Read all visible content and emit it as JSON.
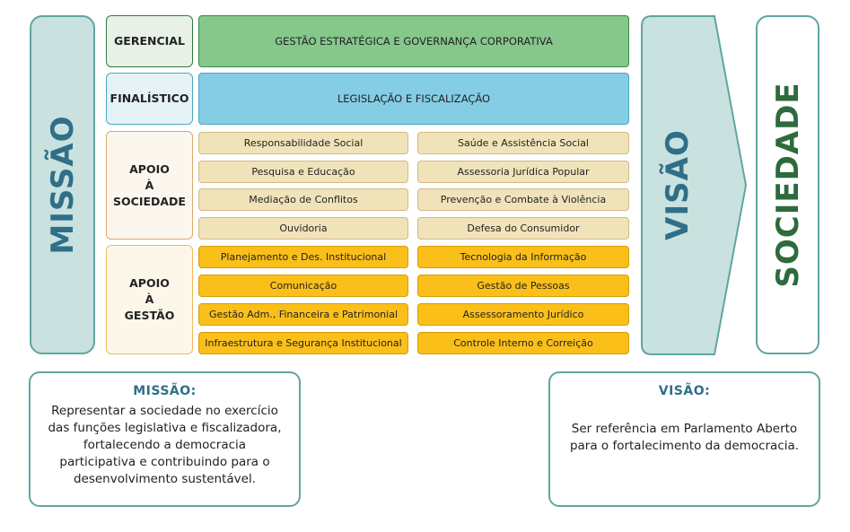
{
  "side": {
    "missao": "MISSÃO",
    "visao": "VISÃO",
    "sociedade": "SOCIEDADE"
  },
  "categories": {
    "gerencial": "GERENCIAL",
    "finalistico": "FINALÍSTICO",
    "apoio_sociedade": [
      "APOIO",
      "À",
      "SOCIEDADE"
    ],
    "apoio_gestao": [
      "APOIO",
      "À",
      "GESTÃO"
    ]
  },
  "bands": {
    "gerencial": "GESTÃO ESTRATÉGICA E GOVERNANÇA CORPORATIVA",
    "finalistico": "LEGISLAÇÃO E FISCALIZAÇÃO"
  },
  "apoio_sociedade": {
    "left": [
      "Responsabilidade Social",
      "Pesquisa e Educação",
      "Mediação de Conflitos",
      "Ouvidoria"
    ],
    "right": [
      "Saúde e Assistência Social",
      "Assessoria Jurídica Popular",
      "Prevenção e Combate à Violência",
      "Defesa do Consumidor"
    ]
  },
  "apoio_gestao": {
    "left": [
      "Planejamento e Des. Institucional",
      "Comunicação",
      "Gestão Adm., Financeira e Patrimonial",
      "Infraestrutura e Segurança Institucional"
    ],
    "right": [
      "Tecnologia da Informação",
      "Gestão de Pessoas",
      "Assessoramento Jurídico",
      "Controle Interno e Correição"
    ]
  },
  "missao_box": {
    "title": "MISSÃO:",
    "lines": [
      "Representar a sociedade no exercício",
      "das funções legislativa e fiscalizadora,",
      "fortalecendo a democracia",
      "participativa e contribuindo para o",
      "desenvolvimento sustentável."
    ]
  },
  "visao_box": {
    "title": "VISÃO:",
    "lines": [
      "Ser referência em Parlamento Aberto",
      "para o fortalecimento da democracia."
    ]
  },
  "colors": {
    "teal_border": "#5fa6a0",
    "missao_fill": "#c9e1df",
    "teal_text": "#2f6f88",
    "green_text": "#2e6b3c",
    "gerencial_band": "#86c78c",
    "finalistico_band": "#84cde4",
    "apoio_sociedade_cell": "#f1e3b9",
    "apoio_gestao_cell": "#fbbf1a"
  }
}
